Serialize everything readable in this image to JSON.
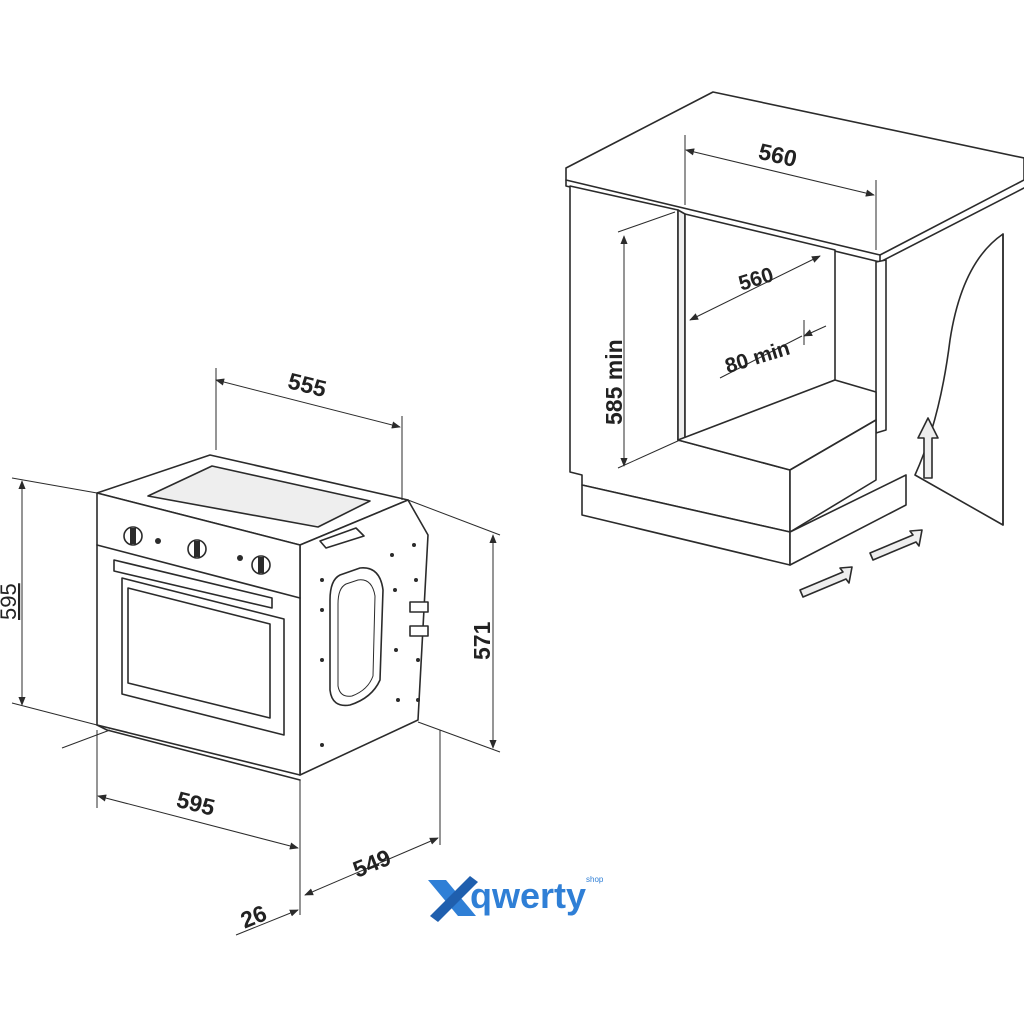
{
  "oven": {
    "width_top": "555",
    "height_overall": "595",
    "height_body": "571",
    "width_front": "595",
    "depth_body": "549",
    "depth_front": "26"
  },
  "cabinet": {
    "width_top": "560",
    "width_inner": "560",
    "gap_back": "80 min",
    "height_niche": "585 min"
  },
  "logo": {
    "text": "qwerty",
    "tag": "shop",
    "accent": "#2f7fd6"
  }
}
